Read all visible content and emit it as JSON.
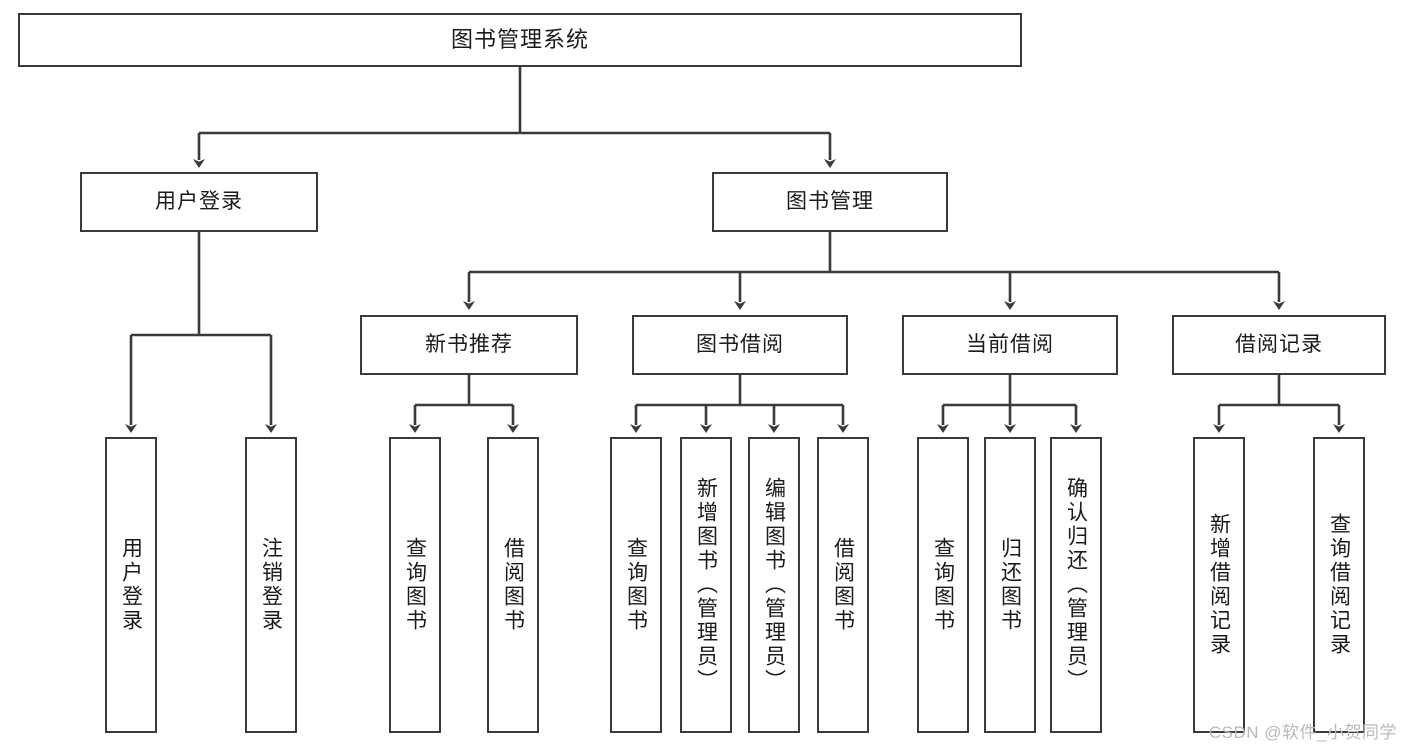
{
  "diagram": {
    "title": "图书管理系统",
    "type": "functional-structure-tree",
    "root": {
      "label": "图书管理系统"
    },
    "level2": [
      {
        "label": "用户登录"
      },
      {
        "label": "图书管理"
      }
    ],
    "level3": [
      {
        "label": "新书推荐"
      },
      {
        "label": "图书借阅"
      },
      {
        "label": "当前借阅"
      },
      {
        "label": "借阅记录"
      }
    ],
    "leaves": {
      "user_login": [
        {
          "label": "用户登录"
        },
        {
          "label": "注销登录"
        }
      ],
      "new_book_recommend": [
        {
          "label": "查询图书"
        },
        {
          "label": "借阅图书"
        }
      ],
      "book_borrow": [
        {
          "label": "查询图书"
        },
        {
          "label": "新增图书（管理员）"
        },
        {
          "label": "编辑图书（管理员）"
        },
        {
          "label": "借阅图书"
        }
      ],
      "current_borrow": [
        {
          "label": "查询图书"
        },
        {
          "label": "归还图书"
        },
        {
          "label": "确认归还（管理员）"
        }
      ],
      "borrow_record": [
        {
          "label": "新增借阅记录"
        },
        {
          "label": "查询借阅记录"
        }
      ]
    },
    "watermark": "CSDN @软件_小贺同学",
    "colors": {
      "border": "#3a3a3a",
      "fill": "#ffffff",
      "text": "#1b1b1b",
      "edge": "#3a3a3a",
      "watermark": "#b9b9b9"
    }
  }
}
